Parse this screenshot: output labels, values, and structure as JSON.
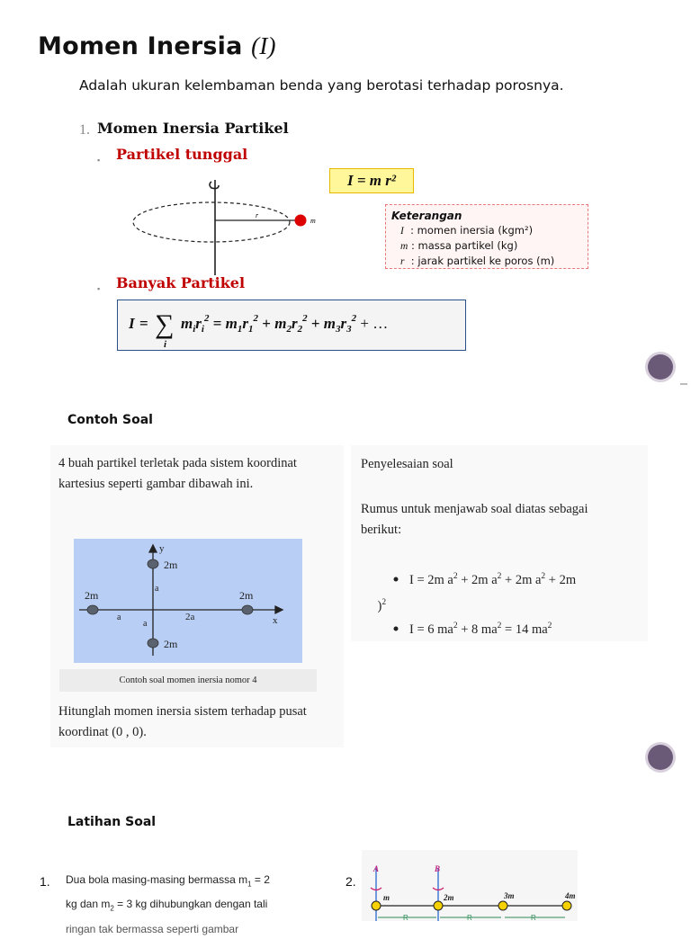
{
  "title": {
    "text": "Momen Inersia ",
    "symbol": "(I)"
  },
  "definition": "Adalah ukuran kelembaman benda yang berotasi terhadap porosnya.",
  "section1": {
    "number": "1.",
    "heading": "Momen Inersia Partikel"
  },
  "single": {
    "label": "Partikel tunggal",
    "formula": "I = m r²",
    "r_label": "r",
    "m_label": "m"
  },
  "keterangan": {
    "heading": "Keterangan",
    "rows": [
      {
        "var": "I",
        "desc": ": momen inersia (kgm²)"
      },
      {
        "var": "m",
        "desc": ": massa partikel (kg)"
      },
      {
        "var": "r",
        "desc": ": jarak partikel ke poros (m)"
      }
    ]
  },
  "many": {
    "label": "Banyak Partikel"
  },
  "contoh": {
    "heading": "Contoh Soal",
    "question_intro": "4 buah partikel terletak pada sistem koordinat kartesius seperti gambar dibawah ini.",
    "diagram_labels": {
      "top": "2m",
      "left": "2m",
      "right": "2m",
      "bottom": "2m",
      "y": "y",
      "x": "x",
      "a_vert": "a",
      "a_left": "a",
      "two_a": "2a",
      "a_low": "a"
    },
    "caption": "Contoh soal momen inersia nomor 4",
    "question": "Hitunglah momen inersia sistem terhadap pusat koordinat (0 , 0).",
    "solution_title": "Penyelesaian soal",
    "solution_intro": "Rumus untuk menjawab soal diatas sebagai berikut:"
  },
  "latihan": {
    "heading": "Latihan Soal",
    "q1_num": "1.",
    "q1_line1": "Dua bola masing-masing bermassa m",
    "q1_line2": "kg dan m",
    "q2_num": "2.",
    "diagram": {
      "A": "A",
      "B": "B",
      "m": "m",
      "m2": "2m",
      "m3": "3m",
      "m4": "4m",
      "R": "R"
    }
  }
}
